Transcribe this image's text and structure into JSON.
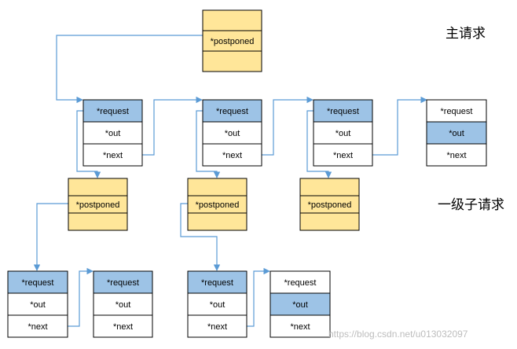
{
  "labels": {
    "main_request": "主请求",
    "sub_request": "一级子请求"
  },
  "watermark": "https://blog.csdn.net/u013032097",
  "colors": {
    "request_blue": "#9dc3e6",
    "postponed_yellow": "#ffe699",
    "arrow": "#5b9bd5",
    "border": "#000000",
    "white": "#ffffff"
  },
  "nodes": {
    "main_postponed": {
      "fields": [
        "",
        "*postponed",
        ""
      ],
      "highlight": null
    },
    "req_a": {
      "fields": [
        "*request",
        "*out",
        "*next"
      ],
      "highlight": 0
    },
    "req_b": {
      "fields": [
        "*request",
        "*out",
        "*next"
      ],
      "highlight": 0
    },
    "req_c": {
      "fields": [
        "*request",
        "*out",
        "*next"
      ],
      "highlight": 0
    },
    "req_d": {
      "fields": [
        "*request",
        "*out",
        "*next"
      ],
      "highlight": 1
    },
    "postponed_a": {
      "fields": [
        "",
        "*postponed",
        ""
      ],
      "highlight": null
    },
    "postponed_b": {
      "fields": [
        "",
        "*postponed",
        ""
      ],
      "highlight": null
    },
    "postponed_c": {
      "fields": [
        "",
        "*postponed",
        ""
      ],
      "highlight": null
    },
    "sub_req_1": {
      "fields": [
        "*request",
        "*out",
        "*next"
      ],
      "highlight": 0
    },
    "sub_req_2": {
      "fields": [
        "*request",
        "*out",
        "*next"
      ],
      "highlight": 0
    },
    "sub_req_3": {
      "fields": [
        "*request",
        "*out",
        "*next"
      ],
      "highlight": 0
    },
    "sub_req_4": {
      "fields": [
        "*request",
        "*out",
        "*next"
      ],
      "highlight": 1
    }
  }
}
